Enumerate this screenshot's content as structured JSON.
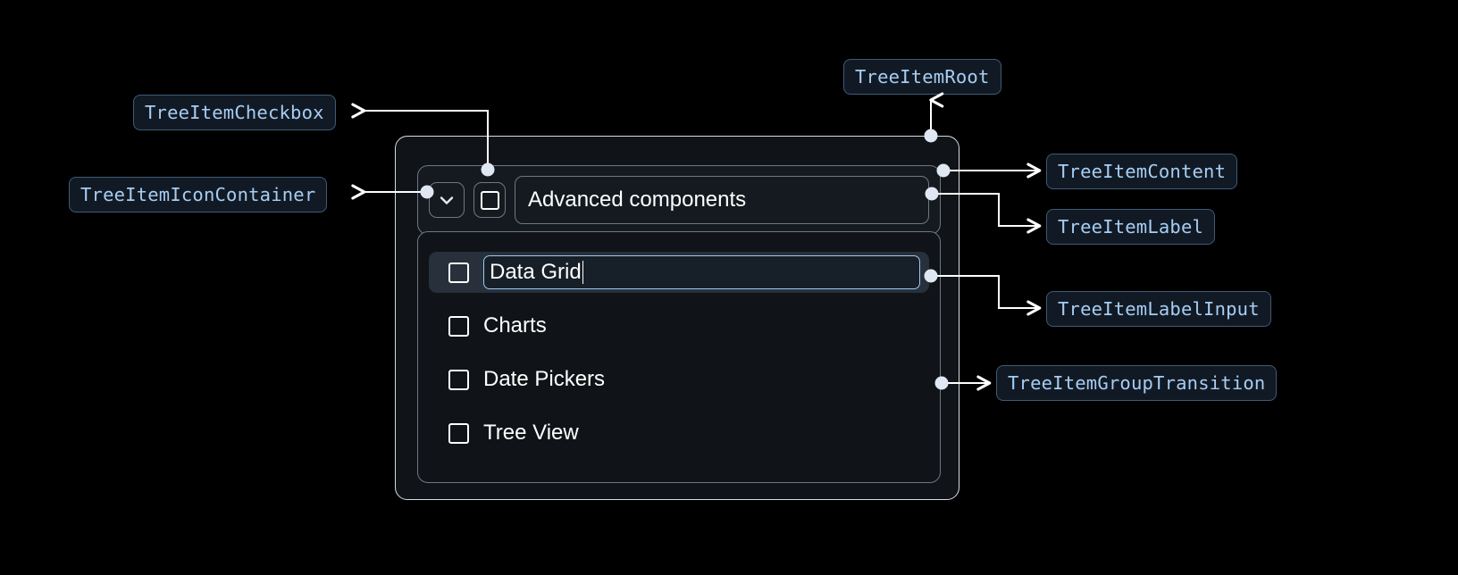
{
  "annotations": [
    {
      "id": "tree-item-checkbox",
      "label": "TreeItemCheckbox"
    },
    {
      "id": "tree-item-icon-container",
      "label": "TreeItemIconContainer"
    },
    {
      "id": "tree-item-root",
      "label": "TreeItemRoot"
    },
    {
      "id": "tree-item-content",
      "label": "TreeItemContent"
    },
    {
      "id": "tree-item-label",
      "label": "TreeItemLabel"
    },
    {
      "id": "tree-item-label-input",
      "label": "TreeItemLabelInput"
    },
    {
      "id": "tree-item-group-transition",
      "label": "TreeItemGroupTransition"
    }
  ],
  "tree": {
    "root": {
      "label": "Advanced components",
      "expanded": true,
      "icon": "chevron-down-icon",
      "checkbox_checked": false
    },
    "children": [
      {
        "label": "Data Grid",
        "checkbox_checked": false,
        "editing": true
      },
      {
        "label": "Charts",
        "checkbox_checked": false,
        "editing": false
      },
      {
        "label": "Date Pickers",
        "checkbox_checked": false,
        "editing": false
      },
      {
        "label": "Tree View",
        "checkbox_checked": false,
        "editing": false
      }
    ],
    "label_input": {
      "value": "Data Grid",
      "placeholder": "Data Grid"
    }
  },
  "colors": {
    "background": "#000000",
    "chip_bg": "#111a24",
    "chip_border": "#3f5a75",
    "chip_text": "#a7cdf4",
    "panel_bg": "#101418",
    "panel_border": "#6f7780",
    "root_border": "#d7dde3",
    "row_highlight": "#27303b",
    "input_border": "#9ec9ef",
    "wire": "#ffffff",
    "text": "#ffffff"
  }
}
